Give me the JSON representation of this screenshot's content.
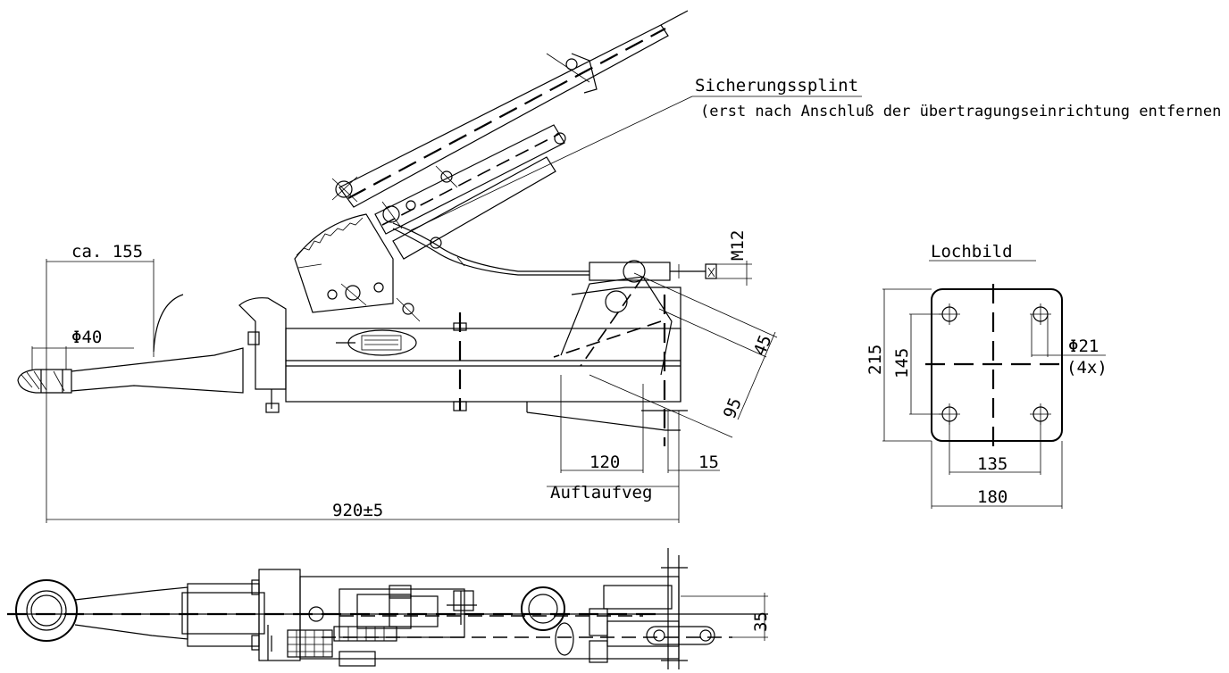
{
  "annotations": {
    "safety_pin": "Sicherungssplint",
    "safety_pin_note": "(erst nach Anschluß der übertragungseinrichtung entfernen !)",
    "hole_pattern": "Lochbild",
    "travel": "Auflaufveg"
  },
  "dimensions": {
    "ca155": "ca. 155",
    "d40": "Φ40",
    "m12": "M12",
    "d45": "45",
    "d95": "95",
    "d120": "120",
    "d15": "15",
    "total": "920±5",
    "d35": "35"
  },
  "hole_pattern_dims": {
    "h215": "215",
    "h145": "145",
    "w135": "135",
    "w180": "180",
    "hole_dia": "Φ21",
    "hole_count": "(4x)"
  }
}
